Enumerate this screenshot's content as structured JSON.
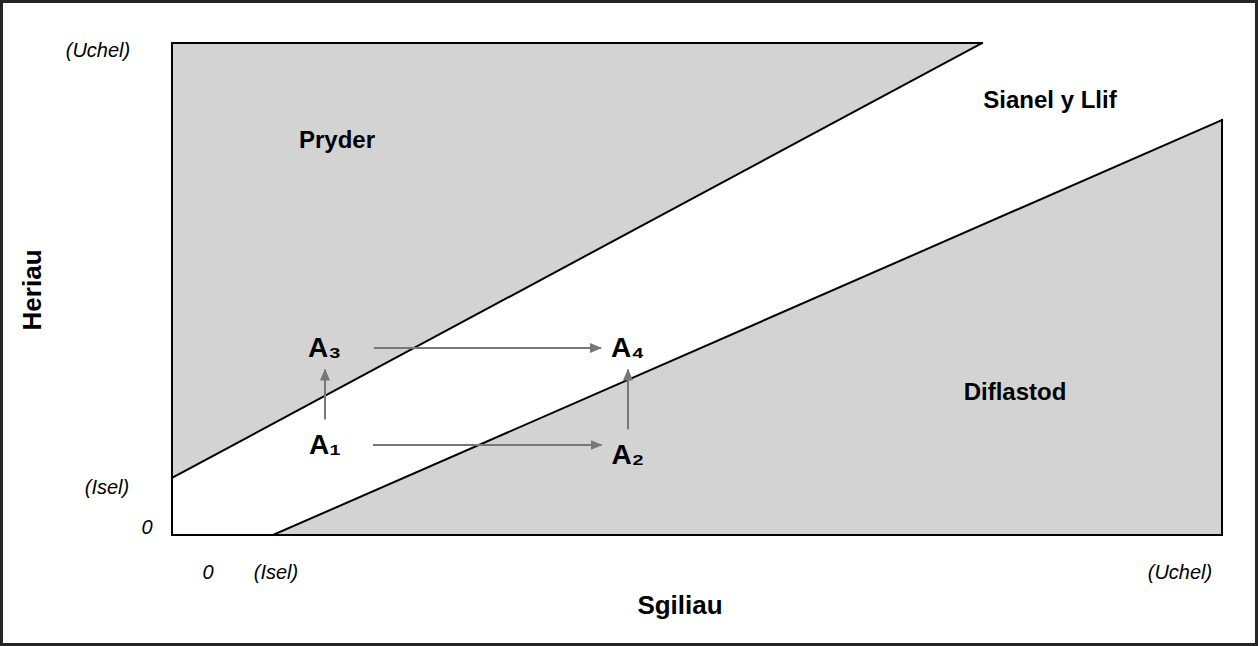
{
  "diagram": {
    "nodes": [
      {
        "text": [
          "Pryder"
        ]
      },
      {
        "text": [
          "Sianel y Llif"
        ]
      },
      {
        "text": [
          "Diflastod"
        ]
      },
      {
        "text": [
          "A₃"
        ],
        "in": 0
      },
      {
        "text": [
          "A₄"
        ],
        "in": 1
      },
      {
        "text": [
          "A₁"
        ],
        "in": 1
      },
      {
        "text": [
          "A₂"
        ],
        "in": 2
      }
    ],
    "edges": [
      {
        "from": 5,
        "to": 6,
        "arrow": "to"
      },
      {
        "from": 5,
        "to": 3,
        "arrow": "to"
      },
      {
        "from": 3,
        "to": 4,
        "arrow": "to"
      },
      {
        "from": 6,
        "to": 4,
        "arrow": "to"
      }
    ],
    "labels": [
      "(Uchel)",
      "Heriau",
      "(Isel)",
      "0",
      "0",
      "(Isel)",
      "(Uchel)",
      "Sgiliau"
    ]
  }
}
